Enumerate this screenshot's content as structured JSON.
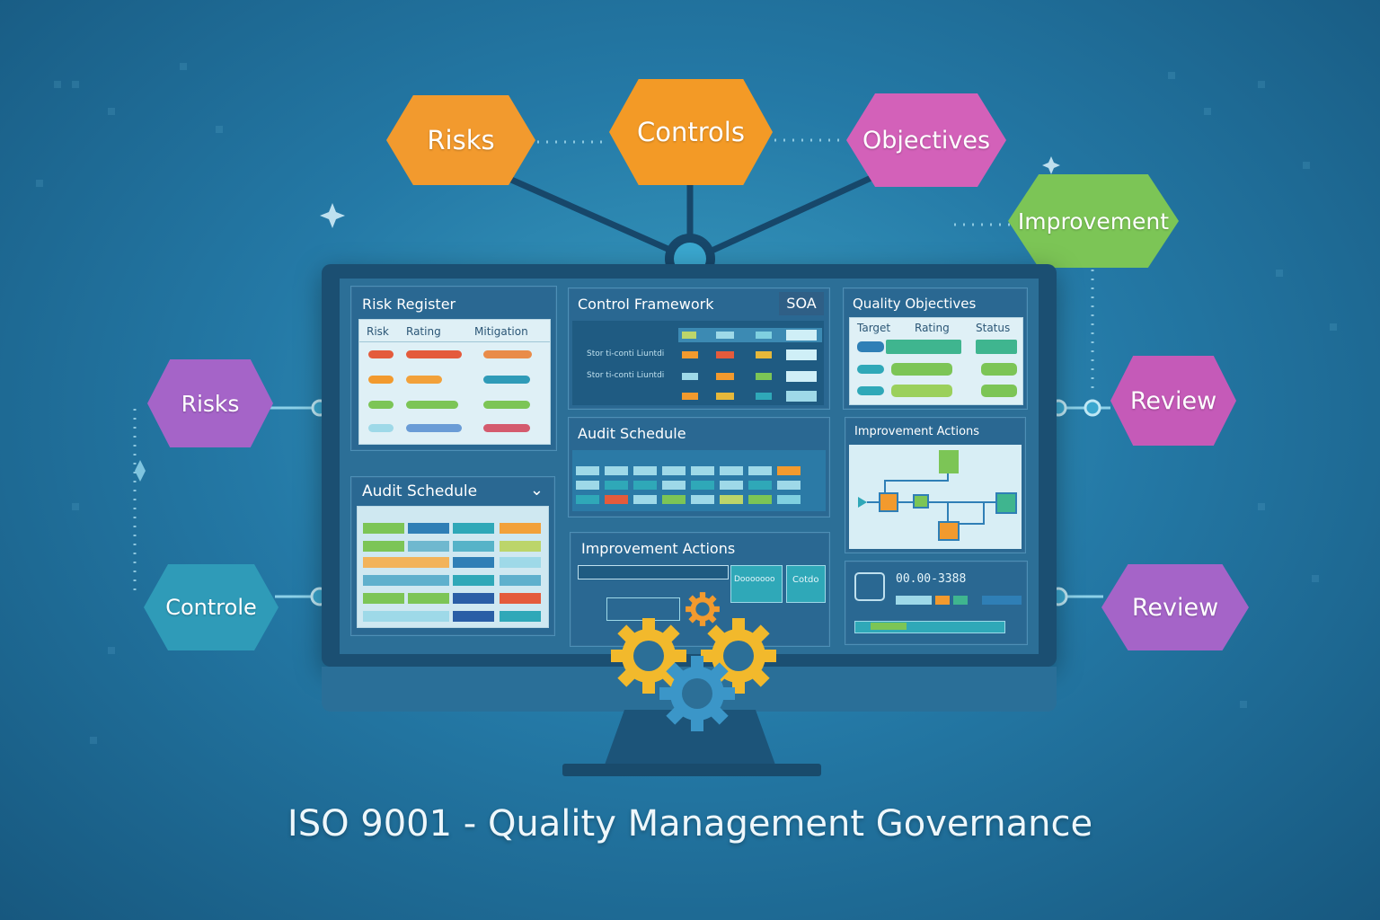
{
  "nodes": {
    "top_risks": "Risks",
    "top_controls": "Controls",
    "top_objectives": "Objectives",
    "improvement": "Improvement",
    "left_risks": "Risks",
    "left_controle": "Controle",
    "right_review_1": "Review",
    "right_review_2": "Review"
  },
  "panels": {
    "risk_register": {
      "title": "Risk Register",
      "headers": [
        "Risk",
        "Rating",
        "Mitigation"
      ]
    },
    "control_framework": {
      "title": "Control Framework",
      "soa": "SOA",
      "row_label": "Stor ti-conti Liuntdi"
    },
    "quality_objectives": {
      "title": "Quality Objectives",
      "headers": [
        "Target",
        "Rating",
        "Status"
      ]
    },
    "audit_schedule_mid": {
      "title": "Audit Schedule"
    },
    "improvement_actions_right": {
      "title": "Improvement Actions"
    },
    "audit_schedule_left": {
      "title": "Audit Schedule"
    },
    "improvement_actions_mid": {
      "title": "Improvement Actions",
      "btn1": "Dooooooo",
      "btn2": "Cotdo"
    },
    "status_panel": {
      "readout": "00.00-3388"
    }
  },
  "title": "ISO 9001 - Quality Management Governance",
  "colors": {
    "orange": "#f29a2e",
    "magenta": "#d361b9",
    "green": "#7cc556",
    "purple": "#a564c8",
    "teal": "#2f9bb8",
    "red": "#e45b3c",
    "yellow": "#e6b83a",
    "gear_yellow": "#f2b92c",
    "gear_blue": "#3b96c8"
  }
}
